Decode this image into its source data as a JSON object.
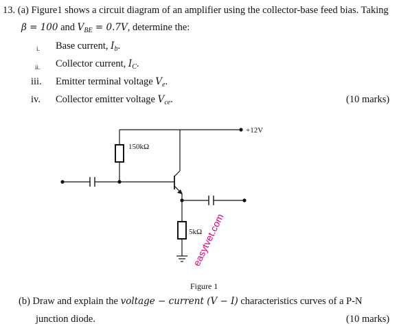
{
  "question": {
    "line1": "13. (a) Figure1 shows a circuit diagram of an amplifier using the collector-base feed bias. Taking",
    "line2_beta": "β = 100",
    "line2_mid": " and ",
    "line2_vbe": "V",
    "line2_vbe_sub": "BE",
    "line2_vbe_val": " = 0.7V",
    "line2_tail": ", determine the:",
    "items": [
      {
        "num": "i.",
        "text": "Base current, ",
        "var": "I",
        "sub": "b",
        "end": "."
      },
      {
        "num": "ii.",
        "text": "Collector current, ",
        "var": "I",
        "sub": "C",
        "end": "."
      },
      {
        "num": "iii.",
        "text": "Emitter terminal voltage ",
        "var": "V",
        "sub": "e",
        "end": "."
      },
      {
        "num": "iv.",
        "text": "Collector emitter voltage ",
        "var": "V",
        "sub": "ce",
        "end": "."
      }
    ],
    "marks_a": "(10 marks)"
  },
  "figure": {
    "supply_label": "+12V",
    "rb_label": "150kΩ",
    "re_label": "5kΩ",
    "caption": "Figure 1",
    "watermark": "easytvet.com"
  },
  "part_b": {
    "line1_pre": "(b) Draw and explain the ",
    "line1_math": "voltage − current (V − I)",
    "line1_post": " characteristics curves of a P-N",
    "line2": "junction diode.",
    "marks_b": "(10 marks)"
  }
}
